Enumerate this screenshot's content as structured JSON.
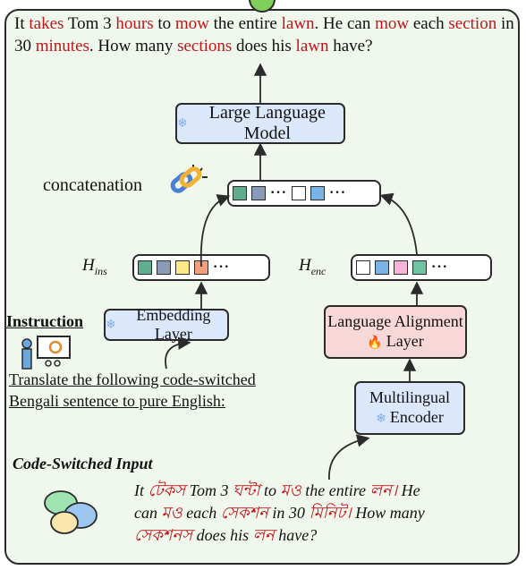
{
  "question": {
    "segments": [
      {
        "text": "It ",
        "kw": false
      },
      {
        "text": "takes",
        "kw": true
      },
      {
        "text": " Tom 3 ",
        "kw": false
      },
      {
        "text": "hours",
        "kw": true
      },
      {
        "text": " to ",
        "kw": false
      },
      {
        "text": "mow",
        "kw": true
      },
      {
        "text": " the entire ",
        "kw": false
      },
      {
        "text": "lawn",
        "kw": true
      },
      {
        "text": ". He can ",
        "kw": false
      },
      {
        "text": "mow",
        "kw": true
      },
      {
        "text": " each ",
        "kw": false
      },
      {
        "text": "section",
        "kw": true
      },
      {
        "text": " in 30 ",
        "kw": false
      },
      {
        "text": "minutes",
        "kw": true
      },
      {
        "text": ". How many ",
        "kw": false
      },
      {
        "text": "sections",
        "kw": true
      },
      {
        "text": " does his ",
        "kw": false
      },
      {
        "text": "lawn",
        "kw": true
      },
      {
        "text": " have?",
        "kw": false
      }
    ]
  },
  "llm_label": "Large Language Model",
  "concat_label": "concatenation",
  "h_ins": {
    "base": "H",
    "sub": "ins"
  },
  "h_enc": {
    "base": "H",
    "sub": "enc"
  },
  "embedding_label": "Embedding Layer",
  "alignment": {
    "line1": "Language Alignment",
    "line2": "Layer"
  },
  "encoder": {
    "line1": "Multilingual",
    "line2": "Encoder"
  },
  "instruction_label": "Instruction",
  "instruction_text": [
    "Translate the following code-switched",
    "Bengali sentence to pure English:"
  ],
  "cs_title": "Code-Switched Input",
  "cs_lines": [
    [
      {
        "text": "It ",
        "bn": false
      },
      {
        "text": "টেকস",
        "bn": true
      },
      {
        "text": " Tom 3 ",
        "bn": false
      },
      {
        "text": "ঘন্টা",
        "bn": true
      },
      {
        "text": " to ",
        "bn": false
      },
      {
        "text": "মও",
        "bn": true
      },
      {
        "text": " the entire ",
        "bn": false
      },
      {
        "text": "লন।",
        "bn": true
      },
      {
        "text": " He",
        "bn": false
      }
    ],
    [
      {
        "text": "can ",
        "bn": false
      },
      {
        "text": "মও",
        "bn": true
      },
      {
        "text": " each ",
        "bn": false
      },
      {
        "text": "সেকশন",
        "bn": true
      },
      {
        "text": " in 30 ",
        "bn": false
      },
      {
        "text": "মিনিট।",
        "bn": true
      },
      {
        "text": " How many",
        "bn": false
      }
    ],
    [
      {
        "text": "সেকশনস",
        "bn": true
      },
      {
        "text": " does his ",
        "bn": false
      },
      {
        "text": "লন",
        "bn": true
      },
      {
        "text": " have?",
        "bn": false
      }
    ]
  ],
  "tokens": {
    "concat": [
      "#5fae8f",
      "#8a9bb8",
      "dots",
      "#ffffff",
      "#7ab4e6",
      "dots"
    ],
    "ins": [
      "#5fae8f",
      "#8a9bb8",
      "#fbe98a",
      "#f2a07b",
      "dots"
    ],
    "enc": [
      "#ffffff",
      "#7ab4e6",
      "#f6b6d8",
      "#6fc3a3",
      "dots"
    ]
  },
  "colors": {
    "keyword": "#c0161b",
    "frame_bg": "#f0f7ed",
    "module_blue": "#dbe7fb",
    "module_pink": "#f8d7d8"
  }
}
